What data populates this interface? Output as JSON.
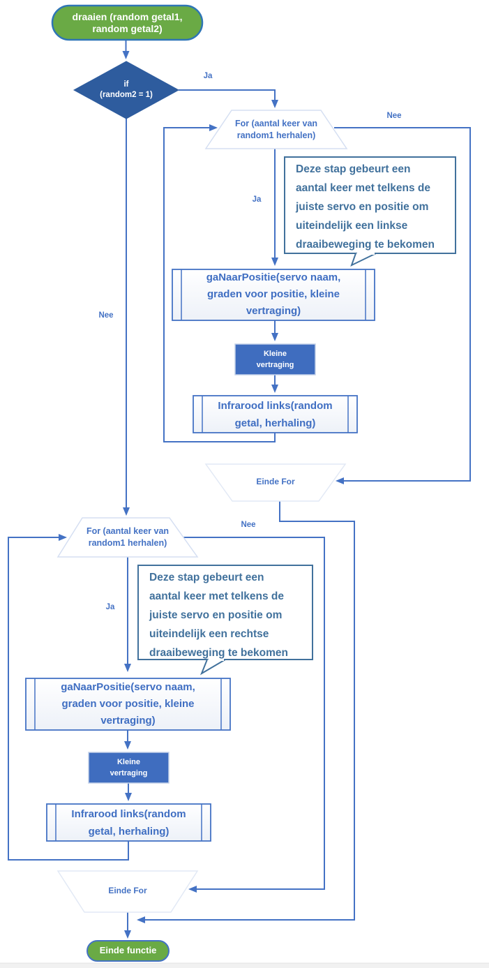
{
  "flowchart": {
    "start": "draaien (random getal1,\nrandom getal2)",
    "decision": "if\n(random2 = 1)",
    "labels": {
      "ja": "Ja",
      "nee": "Nee"
    },
    "loop_left": {
      "for": "For (aantal keer van\nrandom1 herhalen)",
      "callout": "Deze stap gebeurt een\naantal keer met telkens de\njuiste servo en positie om\nuiteindelijk een linkse\ndraaibeweging te bekomen",
      "subroutine": "gaNaarPositie(servo naam,\ngraden voor positie, kleine\nvertraging)",
      "delay": "Kleine\nvertraging",
      "infrared": "Infrarood links(random\ngetal, herhaling)",
      "end_for": "Einde For"
    },
    "loop_right": {
      "for": "For (aantal keer van\nrandom1 herhalen)",
      "callout": "Deze stap gebeurt een\naantal keer met telkens de\njuiste servo en positie om\nuiteindelijk een rechtse\ndraaibeweging te bekomen",
      "subroutine": "gaNaarPositie(servo naam,\ngraden voor positie, kleine\nvertraging)",
      "delay": "Kleine\nvertraging",
      "infrared": "Infrarood links(random\ngetal, herhaling)",
      "end_for": "Einde For"
    },
    "end": "Einde functie",
    "colors": {
      "connector_blue": "#4472C4",
      "terminator_green": "#6aaa45",
      "terminator_border": "#2E75B6",
      "decision_fill": "#2e5c9e",
      "delay_fill": "#3f6dbf",
      "callout_blue": "#41719C",
      "loop_trapezoid_border": "#d5dff2"
    }
  }
}
